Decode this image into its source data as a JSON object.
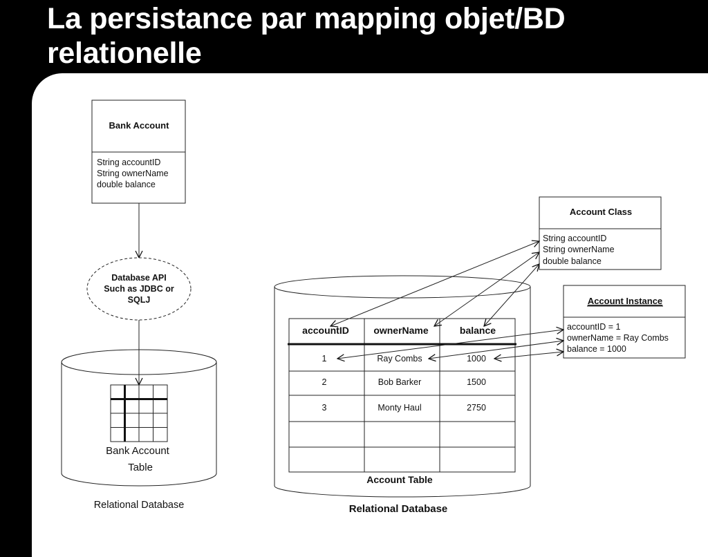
{
  "slide": {
    "title_line1": "La persistance par mapping objet/BD",
    "title_line2": "relationelle"
  },
  "left": {
    "class_box": {
      "name": "Bank Account",
      "attributes": [
        "String accountID",
        "String ownerName",
        "double balance"
      ]
    },
    "api": {
      "lines": [
        "Database API",
        "Such as JDBC or",
        "SQLJ"
      ]
    },
    "table_label": [
      "Bank Account",
      "Table"
    ],
    "db_label": "Relational Database"
  },
  "right": {
    "class_box": {
      "name": "Account Class",
      "attributes": [
        "String accountID",
        "String ownerName",
        "double balance"
      ]
    },
    "instance_box": {
      "name": "Account Instance",
      "attributes": [
        "accountID = 1",
        "ownerName = Ray Combs",
        "balance = 1000"
      ]
    },
    "table": {
      "headers": [
        "accountID",
        "ownerName",
        "balance"
      ],
      "rows": [
        [
          "1",
          "Ray Combs",
          "1000"
        ],
        [
          "2",
          "Bob Barker",
          "1500"
        ],
        [
          "3",
          "Monty Haul",
          "2750"
        ],
        [
          "",
          "",
          ""
        ],
        [
          "",
          "",
          ""
        ]
      ],
      "caption": "Account Table"
    },
    "db_label": "Relational Database"
  }
}
